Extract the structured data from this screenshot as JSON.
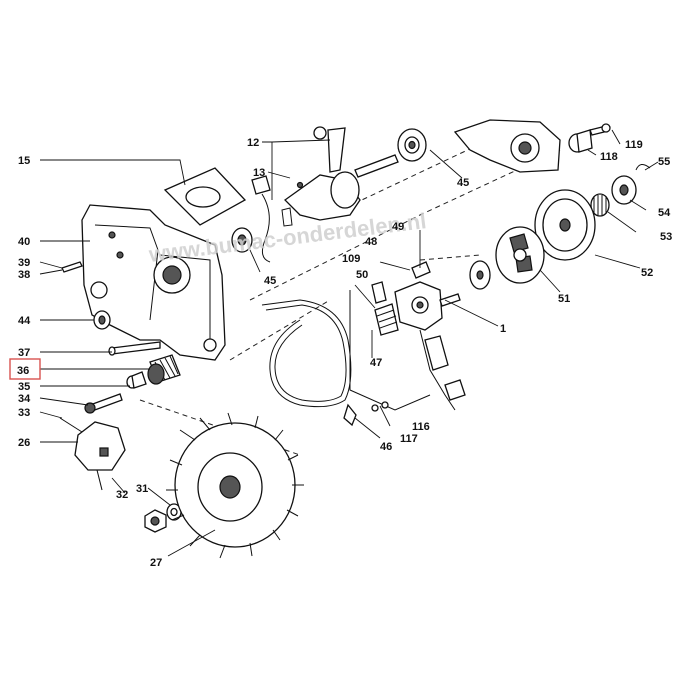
{
  "watermark": "www.bumac-onderdelen.nl",
  "highlight_color": "#d9534f",
  "highlighted_label": "36",
  "labels": {
    "l15": "15",
    "l12": "12",
    "l13": "13",
    "l40": "40",
    "l39": "39",
    "l38": "38",
    "l44": "44",
    "l37": "37",
    "l36": "36",
    "l35": "35",
    "l34": "34",
    "l33": "33",
    "l26": "26",
    "l32": "32",
    "l31": "31",
    "l27": "27",
    "l45a": "45",
    "l45b": "45",
    "l49": "49",
    "l48": "48",
    "l109": "109",
    "l50": "50",
    "l47": "47",
    "l1": "1",
    "l46": "46",
    "l117": "117",
    "l116": "116",
    "l51": "51",
    "l52": "52",
    "l53": "53",
    "l54": "54",
    "l55": "55",
    "l118": "118",
    "l119": "119"
  }
}
